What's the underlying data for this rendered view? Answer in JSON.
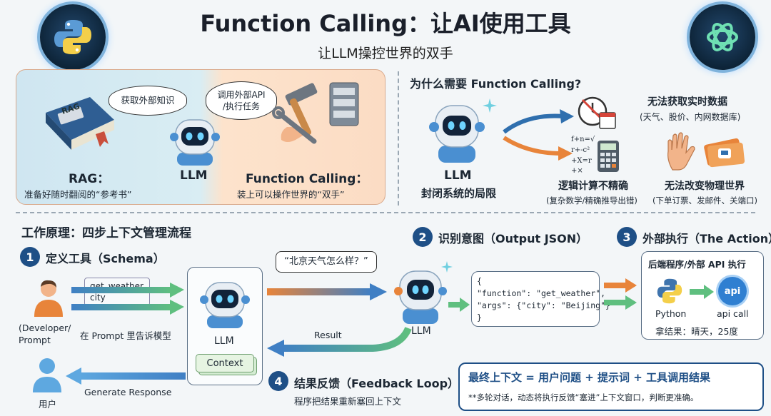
{
  "header": {
    "title": "Function Calling：让AI使用工具",
    "subtitle": "让LLM操控世界的双手"
  },
  "top_left": {
    "bubble_rag": "获取外部知识",
    "bubble_fc": "调用外部API\n/执行任务",
    "book_label": "RAG",
    "rag_title": "RAG：",
    "rag_desc": "准备好随时翻阅的“参考书”",
    "llm_label": "LLM",
    "fc_title": "Function Calling：",
    "fc_desc": "装上可以操作世界的“双手”"
  },
  "top_right": {
    "heading": "为什么需要 Function Calling?",
    "llm_label": "LLM",
    "llm_desc": "封闭系统的局限",
    "item1_title": "无法获取实时数据",
    "item1_desc": "(天气、股价、内网数据库)",
    "item2_title": "逻辑计算不精确",
    "item2_desc": "(复杂数学/精确推导出错)",
    "item3_title": "无法改变物理世界",
    "item3_desc": "(下单订票、发邮件、关端口)",
    "formula_lines": [
      "f+n=√",
      "r+-c²",
      "+X=r",
      "+×"
    ]
  },
  "flow": {
    "heading": "工作原理：四步上下文管理流程",
    "step1_num": "1",
    "step1_title": "定义工具（Schema）",
    "dev_label": "(Developer/\nPrompt",
    "schema_line1": "get_weather",
    "schema_line2": "city",
    "prompt_note": "在 Prompt 里告诉模型",
    "llm_center": "LLM",
    "context_label": "Context",
    "question": "“北京天气怎么样？”",
    "llm_right": "LLM",
    "step2_num": "2",
    "step2_title": "识别意图（Output JSON）",
    "json_lines": [
      "{",
      "  \"function\": \"get_weather\",",
      "  \"args\": {\"city\": \"Beijing\"}",
      "}"
    ],
    "step3_num": "3",
    "step3_title": "外部执行（The Action）",
    "exec_title": "后端程序/外部 API 执行",
    "python_label": "Python",
    "api_icon_text": "api",
    "api_label": "api call",
    "exec_result": "拿结果：晴天，25度",
    "result_label": "Result",
    "user_label": "用户",
    "gen_response": "Generate Response",
    "step4_num": "4",
    "step4_title": "结果反馈（Feedback Loop）",
    "step4_desc": "程序把结果重新塞回上下文",
    "final_title": "最终上下文 = 用户问题 + 提示词 + 工具调用结果",
    "final_desc": "**多轮对话，动态将执行反馈“塞进”上下文窗口，判断更准确。"
  },
  "colors": {
    "accent_dark": "#1e4f86",
    "arrow_orange": "#e8843a",
    "arrow_blue": "#3f7fc4",
    "arrow_green": "#5fbf7f",
    "robot_blue": "#5ea8e0"
  },
  "icons": [
    "python-logo-icon",
    "openai-logo-icon",
    "book-icon",
    "hammer-wrench-icon",
    "server-icon",
    "clock-icon",
    "calendar-icon",
    "calculator-icon",
    "hand-icon",
    "ticket-icon",
    "user-icon",
    "python-icon",
    "api-icon",
    "sparkle-icon"
  ]
}
